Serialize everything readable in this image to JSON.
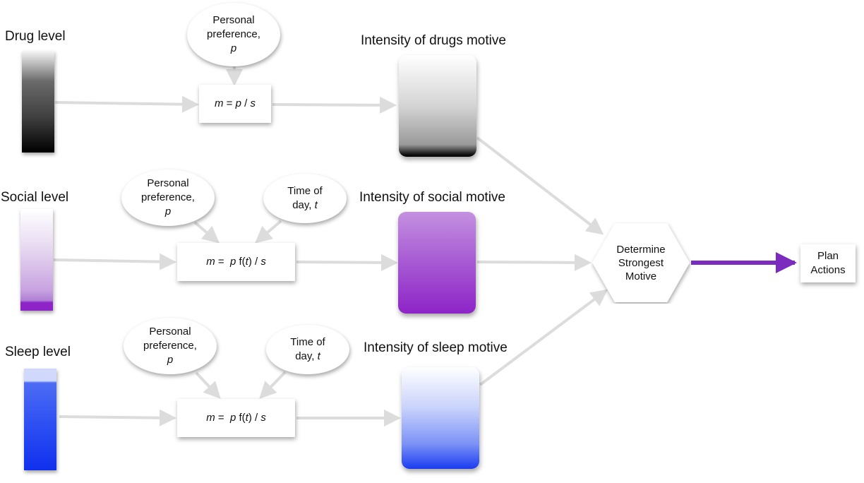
{
  "drugs": {
    "level_label": "Drug level",
    "preference": {
      "line1": "Personal",
      "line2": "preference,",
      "var": "p"
    },
    "formula": {
      "m": "m",
      "eq": " = ",
      "p": "p",
      "rest": " / ",
      "s": "s"
    },
    "intensity_label": "Intensity of drugs motive"
  },
  "social": {
    "level_label": "Social level",
    "preference": {
      "line1": "Personal",
      "line2": "preference,",
      "var": "p"
    },
    "time": {
      "line1": "Time of",
      "line2": "day, ",
      "var": "t"
    },
    "formula": {
      "m": "m",
      "eq": " =  ",
      "p": "p",
      "f": " f(",
      "t": "t",
      "close": ") / ",
      "s": "s"
    },
    "intensity_label": "Intensity of social motive"
  },
  "sleep": {
    "level_label": "Sleep level",
    "preference": {
      "line1": "Personal",
      "line2": "preference,",
      "var": "p"
    },
    "time": {
      "line1": "Time of",
      "line2": "day, ",
      "var": "t"
    },
    "formula": {
      "m": "m",
      "eq": " =  ",
      "p": "p",
      "f": " f(",
      "t": "t",
      "close": ") / ",
      "s": "s"
    },
    "intensity_label": "Intensity of sleep motive"
  },
  "decision": {
    "line1": "Determine",
    "line2": "Strongest",
    "line3": "Motive"
  },
  "plan": {
    "line1": "Plan",
    "line2": "Actions"
  },
  "colors": {
    "arrow": "#dcdcdc",
    "output_arrow": "#7b2cbf",
    "drug_dark": "#000000",
    "social_purple": "#8e24c7",
    "sleep_blue": "#1a3cf0"
  }
}
